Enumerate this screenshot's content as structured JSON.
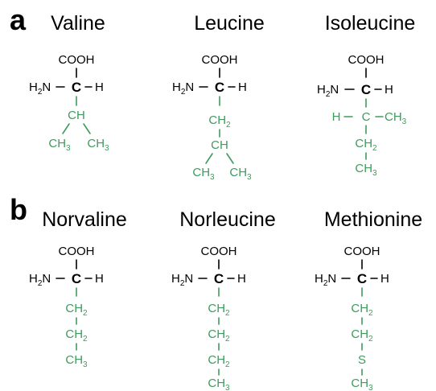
{
  "colors": {
    "backbone": "#000000",
    "side_chain": "#3e9b5d"
  },
  "panels": [
    {
      "label": "a"
    },
    {
      "label": "b"
    }
  ],
  "molecules": [
    {
      "name": "Valine",
      "cooh": "COOH",
      "amine": "H",
      "amine_sub": "2",
      "amine_n": "N",
      "alpha": "C",
      "h": "H",
      "side": [
        {
          "text": "CH",
          "sub": ""
        }
      ],
      "branch": [
        {
          "text": "CH",
          "sub": "3"
        },
        {
          "text": "CH",
          "sub": "3"
        }
      ]
    },
    {
      "name": "Leucine",
      "cooh": "COOH",
      "amine": "H",
      "amine_sub": "2",
      "amine_n": "N",
      "alpha": "C",
      "h": "H",
      "side": [
        {
          "text": "CH",
          "sub": "2"
        },
        {
          "text": "CH",
          "sub": ""
        }
      ],
      "branch": [
        {
          "text": "CH",
          "sub": "3"
        },
        {
          "text": "CH",
          "sub": "3"
        }
      ]
    },
    {
      "name": "Isoleucine",
      "cooh": "COOH",
      "amine": "H",
      "amine_sub": "2",
      "amine_n": "N",
      "alpha": "C",
      "h": "H",
      "beta_row": {
        "left": "H",
        "center": "C",
        "right": "CH",
        "right_sub": "3"
      },
      "side": [
        {
          "text": "CH",
          "sub": "2"
        },
        {
          "text": "CH",
          "sub": "3"
        }
      ]
    },
    {
      "name": "Norvaline",
      "cooh": "COOH",
      "amine": "H",
      "amine_sub": "2",
      "amine_n": "N",
      "alpha": "C",
      "h": "H",
      "side": [
        {
          "text": "CH",
          "sub": "2"
        },
        {
          "text": "CH",
          "sub": "2"
        },
        {
          "text": "CH",
          "sub": "3"
        }
      ]
    },
    {
      "name": "Norleucine",
      "cooh": "COOH",
      "amine": "H",
      "amine_sub": "2",
      "amine_n": "N",
      "alpha": "C",
      "h": "H",
      "side": [
        {
          "text": "CH",
          "sub": "2"
        },
        {
          "text": "CH",
          "sub": "2"
        },
        {
          "text": "CH",
          "sub": "2"
        },
        {
          "text": "CH",
          "sub": "3"
        }
      ]
    },
    {
      "name": "Methionine",
      "cooh": "COOH",
      "amine": "H",
      "amine_sub": "2",
      "amine_n": "N",
      "alpha": "C",
      "h": "H",
      "side": [
        {
          "text": "CH",
          "sub": "2"
        },
        {
          "text": "CH",
          "sub": "2"
        },
        {
          "text": "S",
          "sub": ""
        },
        {
          "text": "CH",
          "sub": "3"
        }
      ]
    }
  ]
}
